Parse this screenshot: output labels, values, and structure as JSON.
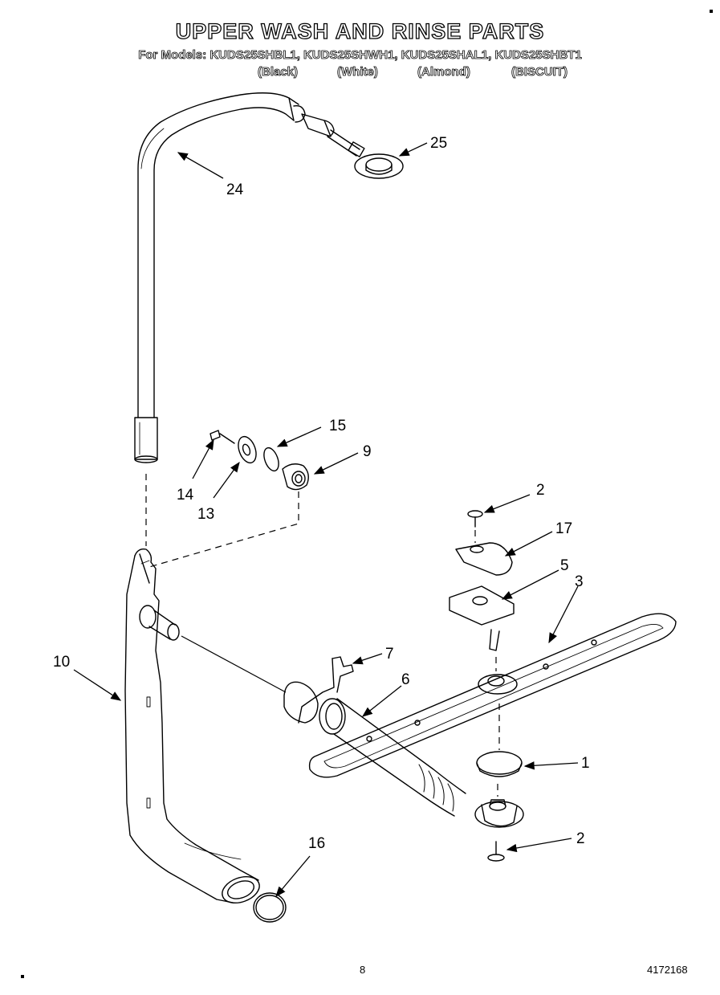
{
  "header": {
    "title": "UPPER WASH AND RINSE PARTS",
    "models_line": "For Models: KUDS25SHBL1, KUDS25SHWH1, KUDS25SHAL1, KUDS25SHBT1",
    "colors": [
      "(Black)",
      "(White)",
      "(Almond)",
      "(BISCUIT)"
    ]
  },
  "callouts": {
    "c25": "25",
    "c24": "24",
    "c15": "15",
    "c9": "9",
    "c14": "14",
    "c13": "13",
    "c2a": "2",
    "c17": "17",
    "c5": "5",
    "c3": "3",
    "c10": "10",
    "c7": "7",
    "c6": "6",
    "c1": "1",
    "c2b": "2",
    "c16": "16"
  },
  "footer": {
    "page": "8",
    "part_number": "4172168"
  }
}
